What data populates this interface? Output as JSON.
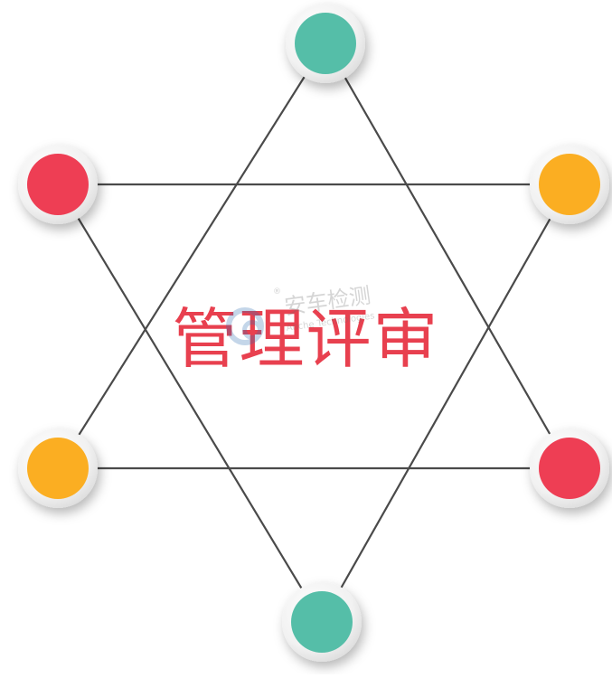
{
  "diagram": {
    "title": "管理评审",
    "line_color": "#4a4a4a",
    "node_ring_color": "#e9e9e9",
    "nodes": [
      {
        "id": "top",
        "color": "#55bea8"
      },
      {
        "id": "upper-right",
        "color": "#fbae22"
      },
      {
        "id": "lower-right",
        "color": "#ee3e54"
      },
      {
        "id": "bottom",
        "color": "#55bea8"
      },
      {
        "id": "lower-left",
        "color": "#fbae22"
      },
      {
        "id": "upper-left",
        "color": "#ee3e54"
      }
    ]
  },
  "watermark": {
    "registered_mark": "®",
    "text": "安车检测",
    "subtext": "Anche Technologies"
  }
}
